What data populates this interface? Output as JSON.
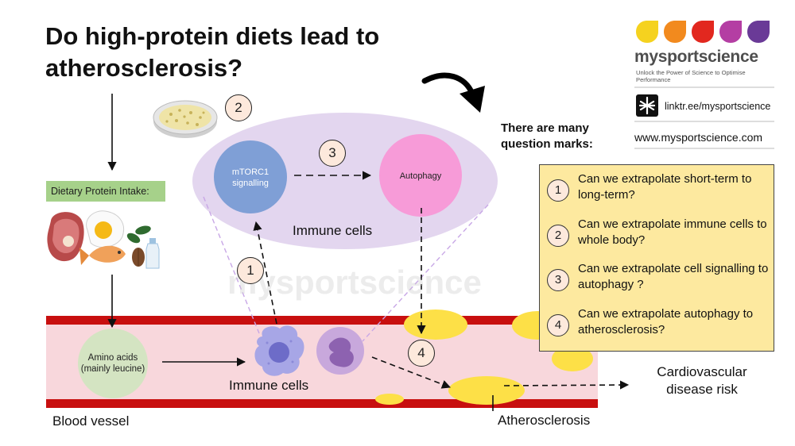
{
  "title": "Do high-protein diets lead to atherosclerosis?",
  "diet_label": "Dietary Protein Intake:",
  "amino_acids": "Amino acids (mainly leucine)",
  "immune_cells_top": "Immune cells",
  "immune_cells_bottom": "Immune cells",
  "mtorc1": "mTORC1 signalling",
  "autophagy": "Autophagy",
  "blood_vessel": "Blood vessel",
  "atherosclerosis": "Atherosclerosis",
  "cvd_risk": "Cardiovascular disease risk",
  "question_intro": "There are many question marks:",
  "steps": [
    "1",
    "2",
    "3",
    "4"
  ],
  "questions": [
    {
      "num": "1",
      "text": "Can we extrapolate short-term to long-term?"
    },
    {
      "num": "2",
      "text": "Can we extrapolate immune cells to whole body?"
    },
    {
      "num": "3",
      "text": "Can we extrapolate cell signalling to autophagy ?"
    },
    {
      "num": "4",
      "text": "Can we extrapolate autophagy to atherosclerosis?"
    }
  ],
  "brand": {
    "name": "mysportscience",
    "tagline": "Unlock the Power of Science to Optimise Performance",
    "link": "linktr.ee/mysportscience",
    "website": "www.mysportscience.com",
    "watermark": "mysportscience",
    "drop_colors": [
      "#f5d21f",
      "#f28a1e",
      "#e2281f",
      "#b43ea3",
      "#6a3a97"
    ]
  },
  "colors": {
    "vessel_wall": "#c80f0f",
    "vessel_lumen": "#f8d7dc",
    "plaque": "#fde047",
    "mtorc_node": "#7f9fd6",
    "autophagy_node": "#f79bd8",
    "cell_ellipse": "#e3d6ef",
    "amino_node": "#d4e4c2",
    "question_box": "#fde99f"
  },
  "icons": [
    "petri-dish-icon",
    "meat-icon",
    "egg-icon",
    "fish-icon",
    "bean-icon",
    "nut-icon",
    "milk-bottle-icon",
    "macrophage-icon",
    "neutrophil-icon",
    "linktree-icon"
  ]
}
